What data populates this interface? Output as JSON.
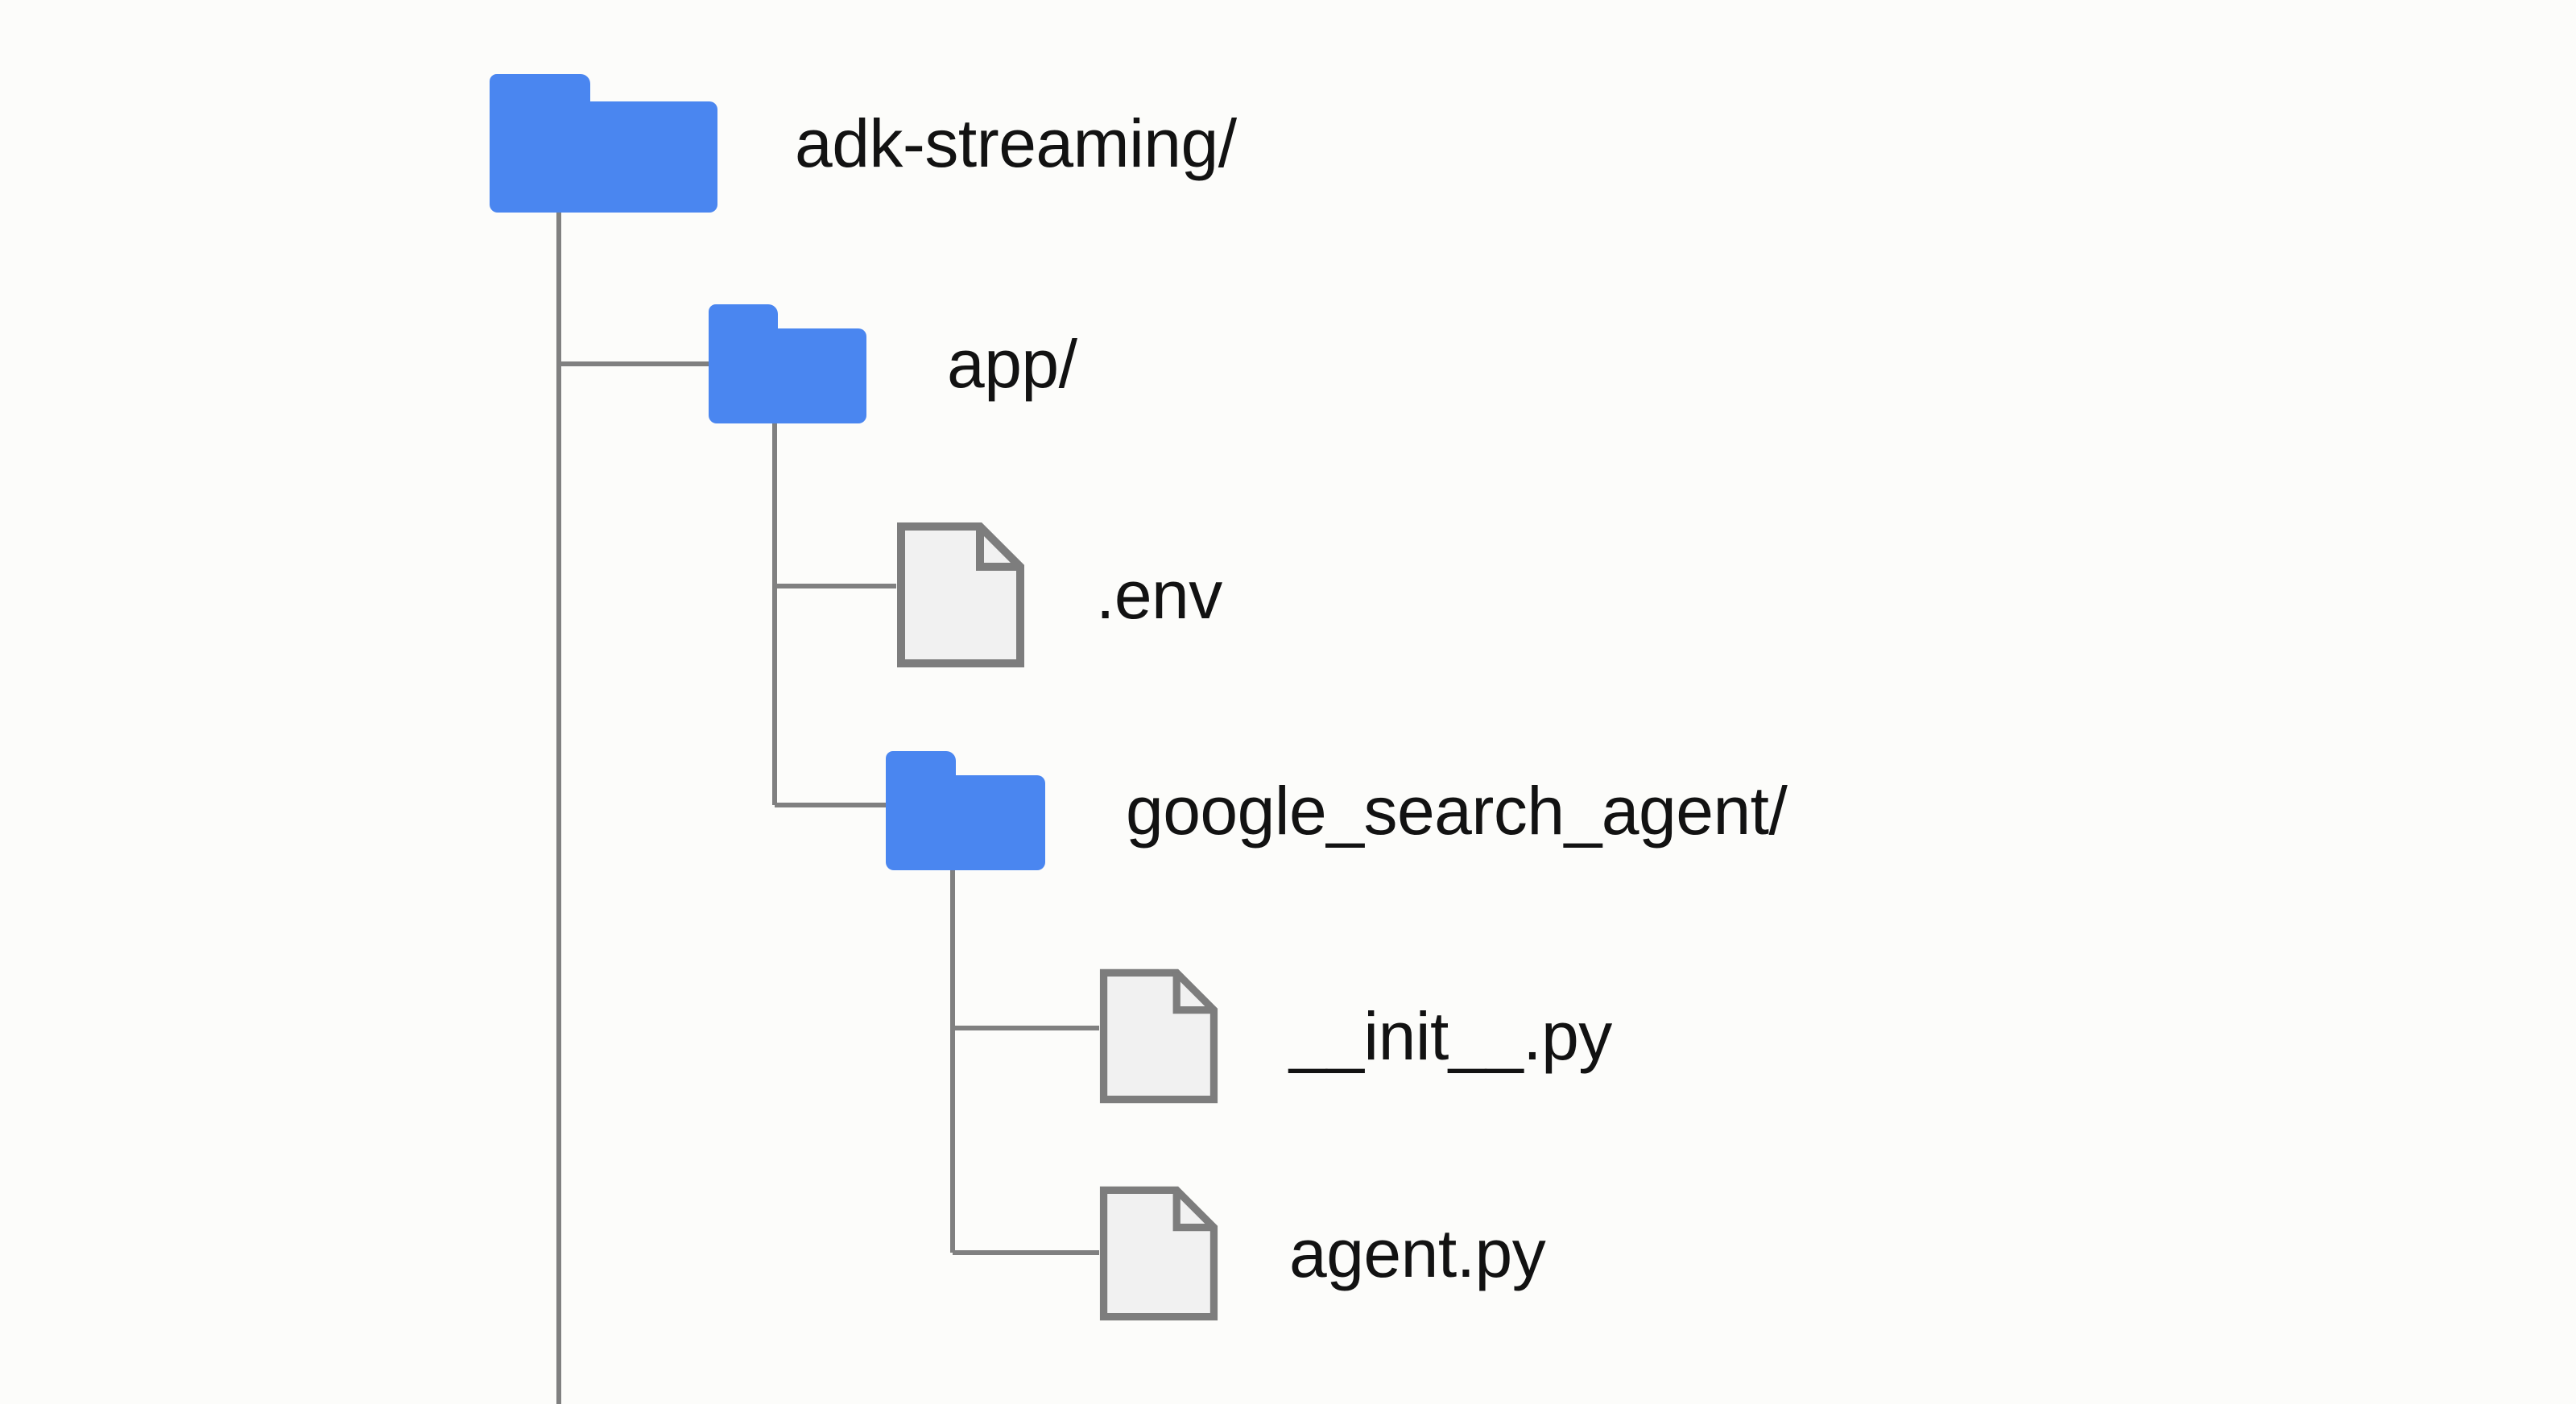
{
  "diagram": {
    "type": "file-tree",
    "title": "adk-streaming project structure",
    "background_color": "#fcfcfa",
    "folder_color": "#4a86f0",
    "file_fill_color": "#f1f1f1",
    "file_stroke_color": "#7d7d7d",
    "connector_color": "#808080",
    "label_color": "#121212"
  },
  "nodes": [
    {
      "id": "root",
      "label": "adk-streaming/",
      "kind": "folder",
      "icon": "folder-icon",
      "depth": 0
    },
    {
      "id": "app",
      "label": "app/",
      "kind": "folder",
      "icon": "folder-icon",
      "depth": 1
    },
    {
      "id": "env",
      "label": ".env",
      "kind": "file",
      "icon": "file-icon",
      "depth": 2
    },
    {
      "id": "gsa",
      "label": "google_search_agent/",
      "kind": "folder",
      "icon": "folder-icon",
      "depth": 2
    },
    {
      "id": "init",
      "label": "__init__.py",
      "kind": "file",
      "icon": "file-icon",
      "depth": 3
    },
    {
      "id": "agent",
      "label": "agent.py",
      "kind": "file",
      "icon": "file-icon",
      "depth": 3
    }
  ]
}
